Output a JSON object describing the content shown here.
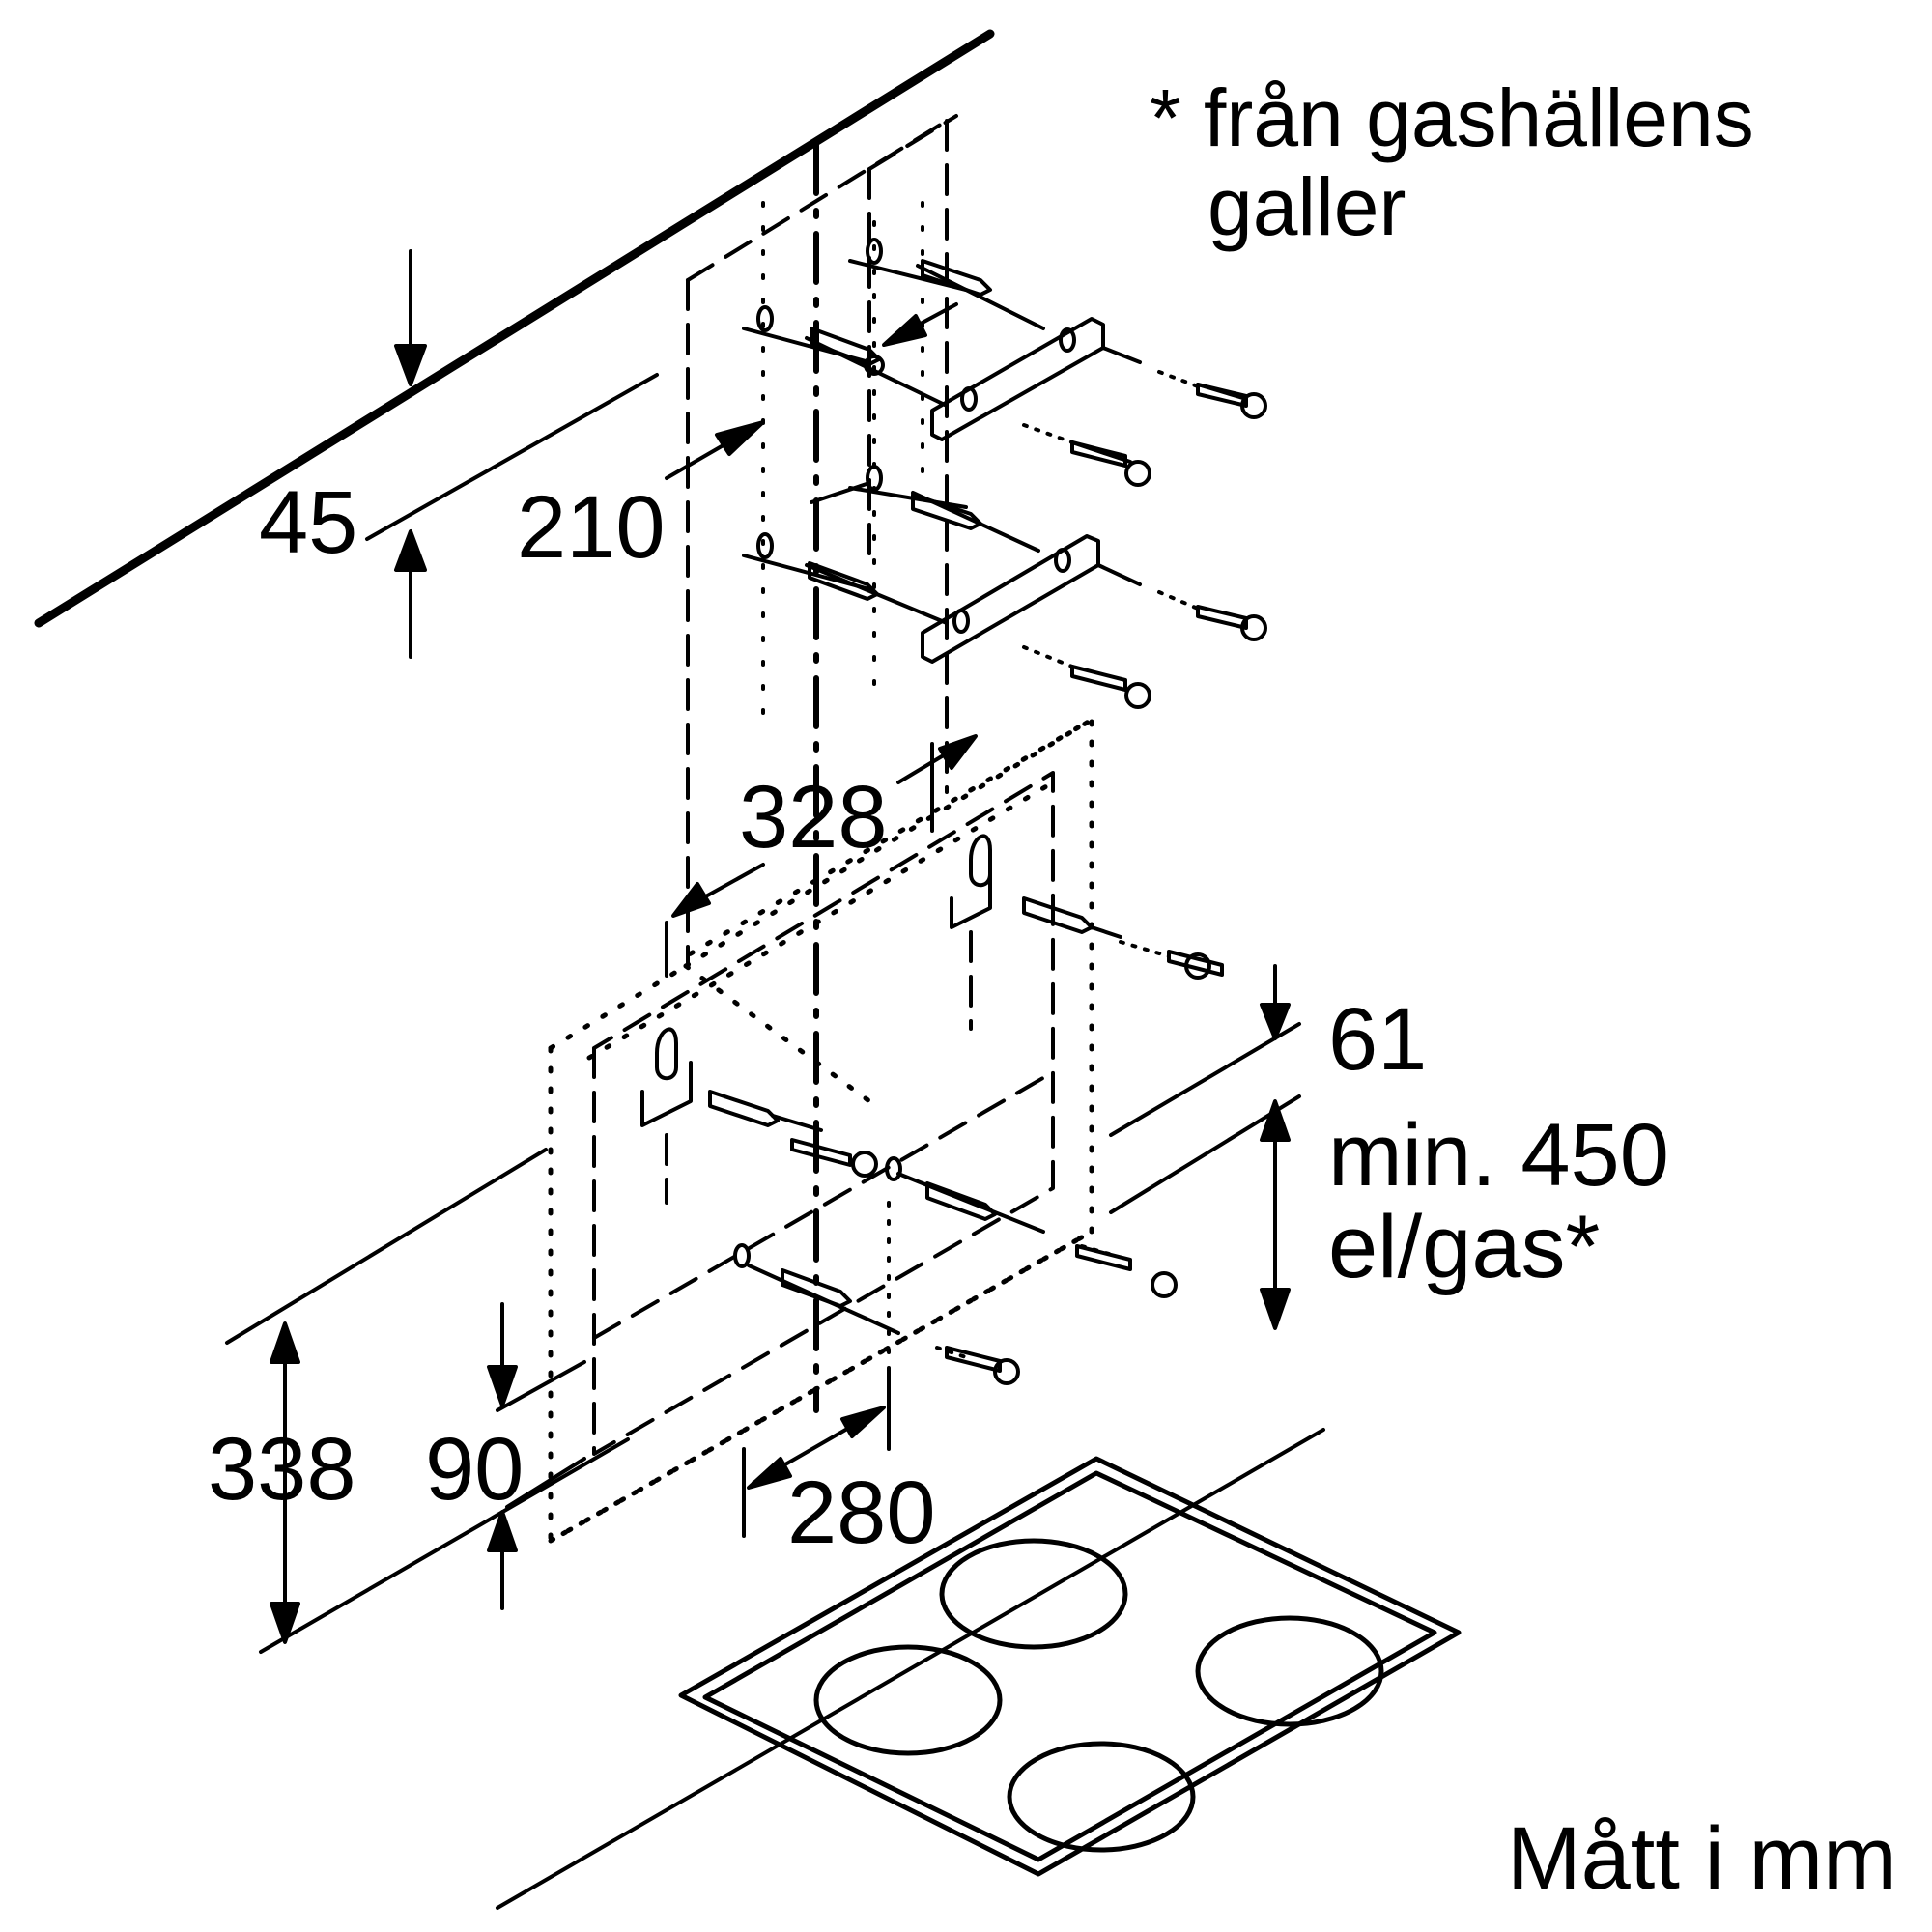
{
  "note": {
    "line1": "* från gashällens",
    "line2": "galler"
  },
  "dimensions": {
    "d45": "45",
    "d210": "210",
    "d328": "328",
    "d61": "61",
    "d450_line1": "min. 450",
    "d450_line2": "el/gas*",
    "d338": "338",
    "d90": "90",
    "d280": "280"
  },
  "units": "Mått i mm"
}
